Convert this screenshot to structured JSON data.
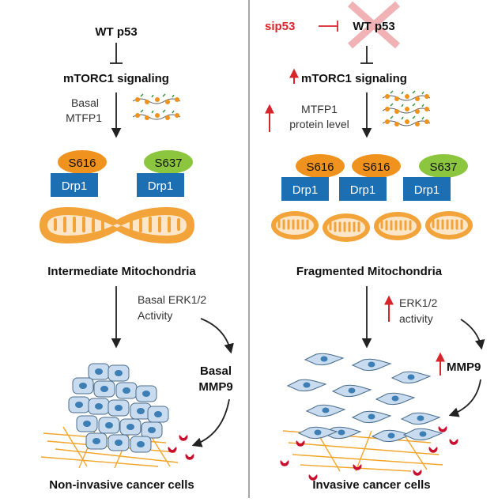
{
  "colors": {
    "arrow": "#222222",
    "red": "#d7262b",
    "drp1": "#1d6fb3",
    "s616": "#f0921e",
    "s637": "#8cc63f",
    "mito_outer": "#f2a33a",
    "mito_inner": "#fde6c8",
    "cell_fill": "#c9dcef",
    "cell_stroke": "#4a6d8c",
    "nucleus": "#3d7fb5",
    "ecm": "#f3a52b",
    "mmp9": "#c8102e",
    "divider": "#8a8a8a"
  },
  "left": {
    "top_label": "WT p53",
    "mtorc1": "mTORC1 signaling",
    "mtfp1_line1": "Basal",
    "mtfp1_line2": "MTFP1",
    "phospho_a": "S616",
    "phospho_b": "S637",
    "drp1": "Drp1",
    "mito_state": "Intermediate Mitochondria",
    "erk_line1": "Basal ERK1/2",
    "erk_line2": "Activity",
    "mmp9_line1": "Basal",
    "mmp9_line2": "MMP9",
    "outcome": "Non-invasive cancer cells"
  },
  "right": {
    "sirna": "sip53",
    "top_label": "WT p53",
    "mtorc1": "mTORC1 signaling",
    "mtfp1_line1": "MTFP1",
    "mtfp1_line2": "protein level",
    "phospho_a": "S616",
    "phospho_b": "S637",
    "drp1": "Drp1",
    "mito_state": "Fragmented Mitochondria",
    "erk_line1": "ERK1/2",
    "erk_line2": "activity",
    "mmp9": "MMP9",
    "outcome": "Invasive cancer cells"
  }
}
